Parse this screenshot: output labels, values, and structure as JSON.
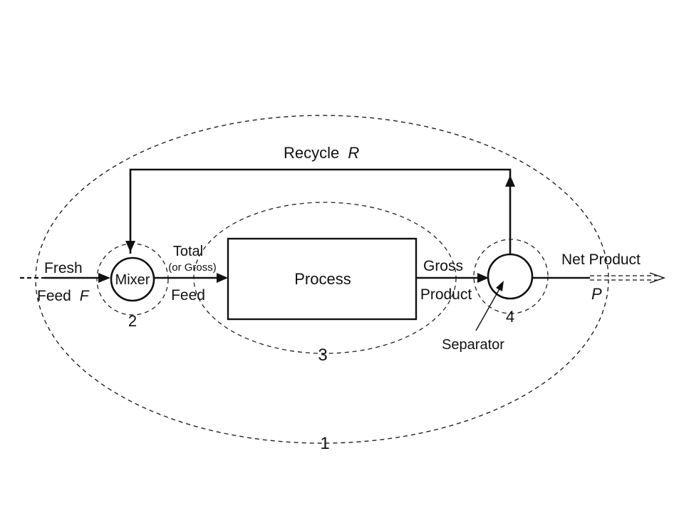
{
  "recycle": {
    "label": "Recycle",
    "symbol": "R"
  },
  "fresh_feed": {
    "line1": "Fresh",
    "line2": "Feed",
    "symbol": "F"
  },
  "mixer": {
    "label": "Mixer"
  },
  "total_feed": {
    "line1": "Total",
    "line2": "(or Gross)",
    "line3": "Feed"
  },
  "process": {
    "label": "Process"
  },
  "gross_product": {
    "line1": "Gross",
    "line2": "Product"
  },
  "separator": {
    "label": "Separator"
  },
  "net_product": {
    "label": "Net Product",
    "symbol": "P"
  },
  "boundaries": {
    "b1": "1",
    "b2": "2",
    "b3": "3",
    "b4": "4"
  }
}
